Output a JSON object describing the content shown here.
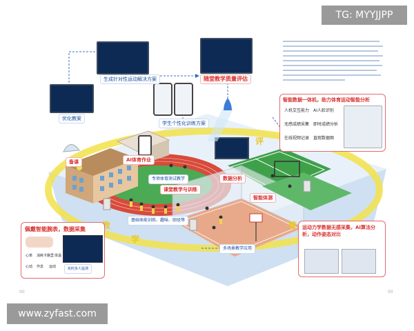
{
  "watermark_top": "TG: MYYJJPP",
  "watermark_bottom": "www.zyfast.com",
  "labels": {
    "solution": "生成针对性运动解决方案",
    "quality": "随堂教学质量评估",
    "optimize": "优化教案",
    "personal_training": "学生个性化训练方案",
    "ai_homework": "AI体育作业",
    "prep": "备课",
    "teaching": "课堂教学与训练",
    "data_analysis": "数据分析",
    "smart_test": "智能体测",
    "exam_scene": "专项体育测试教学",
    "basic_training": "基础体能训练、趣味、田径等",
    "multi_teaching": "多场景教学应用",
    "ring_left": "教",
    "ring_bottom": "学",
    "ring_right": "评",
    "ring_right2": "管",
    "page_left": "00",
    "page_right": "00"
  },
  "left_panel": {
    "title": "佩戴智能腕表，数据采集",
    "icons": [
      "心率",
      "消耗卡路里",
      "体温",
      "心动",
      "作息",
      "运动"
    ],
    "badge": "实时多人监测"
  },
  "right_panel": {
    "title": "智能数据一体机，助力体育运动智能分析",
    "items": [
      "人机交互能力",
      "AI人脸识别",
      "无感成绩采集",
      "即时成绩分析",
      "在线视频记录",
      "直观数据图"
    ]
  },
  "motion_panel": {
    "title": "运动力学数据无感采集，AI算法分析，动作姿态对比"
  },
  "colors": {
    "track": "#d84a3a",
    "field": "#3fa04a",
    "court": "#e8a98a",
    "base": "#dfeaf6",
    "accent_red": "#d8302e",
    "accent_blue": "#1a4fa0",
    "ring": "#f2e24a"
  }
}
